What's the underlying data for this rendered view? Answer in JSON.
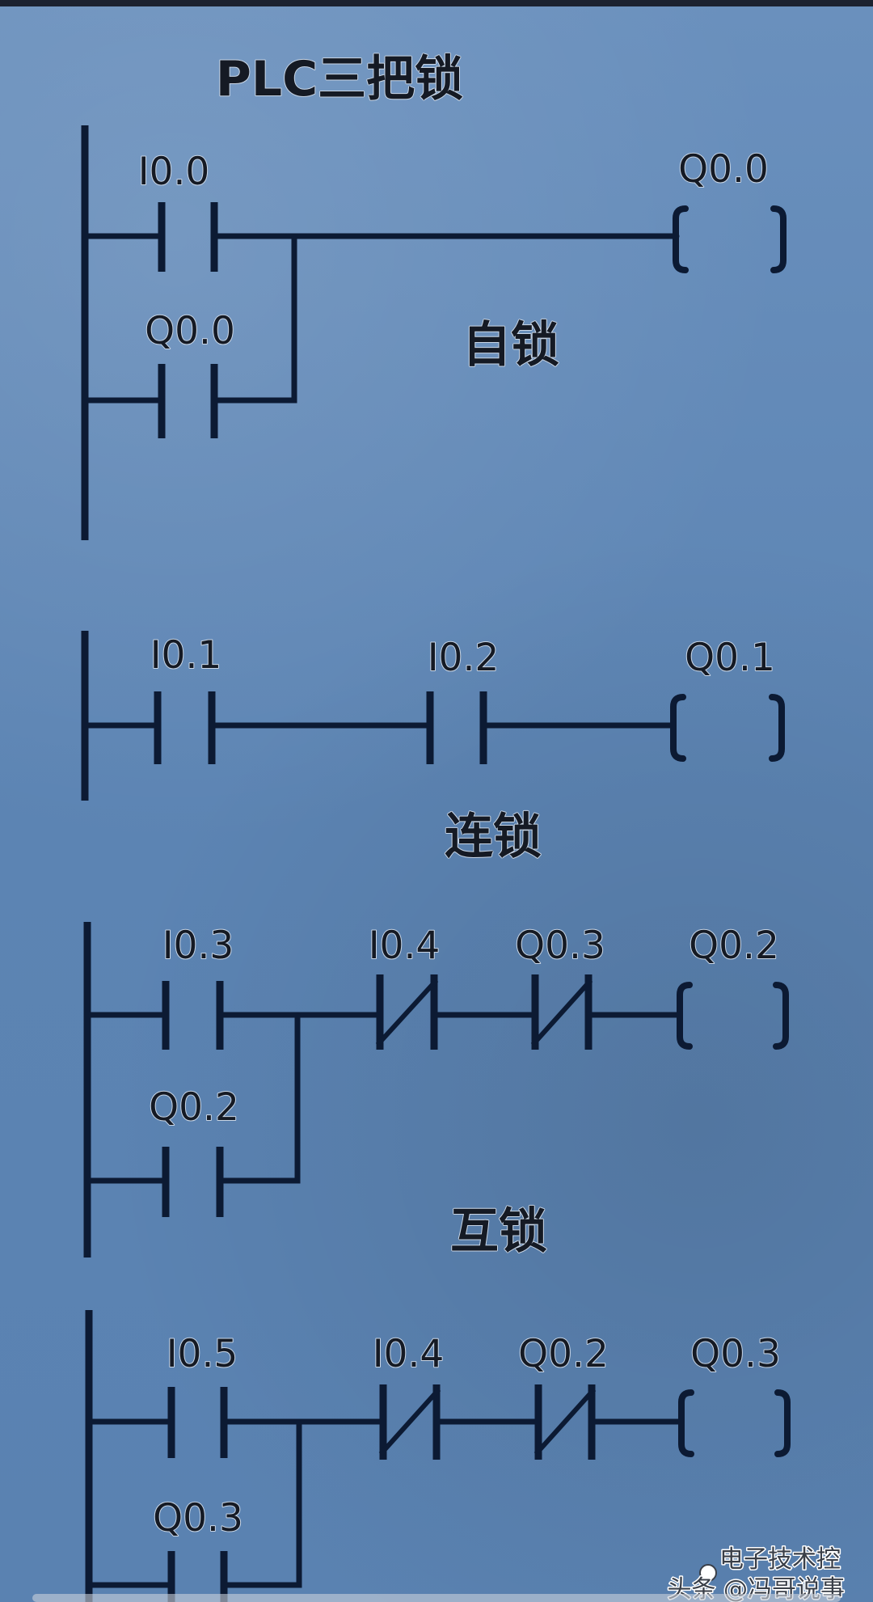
{
  "title": "PLC三把锁",
  "captions": {
    "self_lock": "自锁",
    "chain_lock": "连锁",
    "inter_lock": "互锁"
  },
  "rung1": {
    "contact_start": "I0.0",
    "contact_hold": "Q0.0",
    "coil": "Q0.0"
  },
  "rung2": {
    "contact_1": "I0.1",
    "contact_2": "I0.2",
    "coil": "Q0.1"
  },
  "rung3": {
    "contact_start": "I0.3",
    "nc_1": "I0.4",
    "nc_2": "Q0.3",
    "coil": "Q0.2",
    "contact_hold": "Q0.2"
  },
  "rung4": {
    "contact_start": "I0.5",
    "nc_1": "I0.4",
    "nc_2": "Q0.2",
    "coil": "Q0.3",
    "contact_hold": "Q0.3"
  },
  "watermark": {
    "line1": "电子技术控",
    "line2": "头条 @冯哥说事"
  },
  "colors": {
    "background": "#5f86b4",
    "ink": "#0c1a33"
  }
}
